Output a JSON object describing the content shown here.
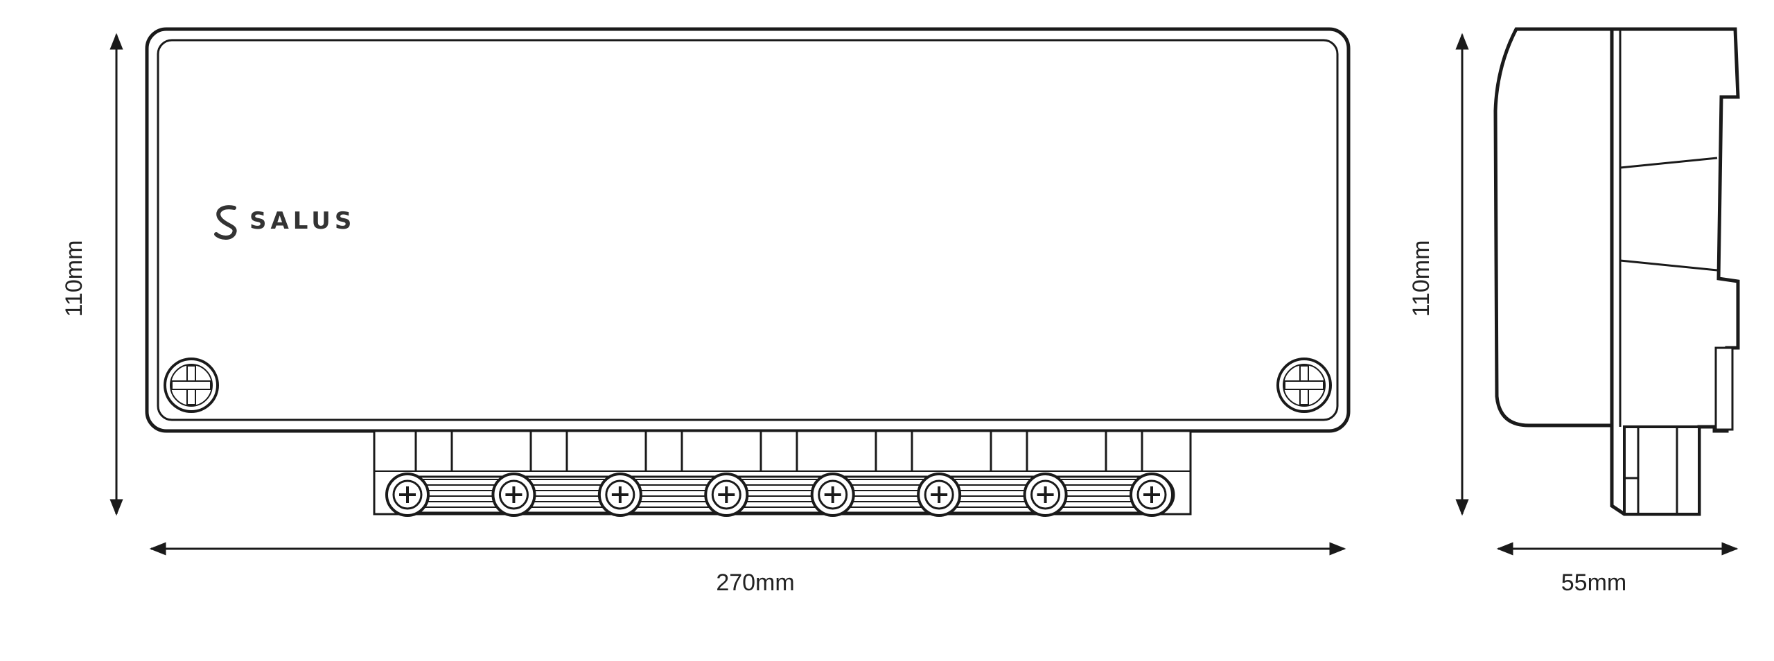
{
  "brand": {
    "logo_text": "SALUS",
    "logo_color": "#333333"
  },
  "front_view": {
    "height_label": "110mm",
    "width_label": "270mm",
    "terminal_screw_count": 8
  },
  "side_view": {
    "height_label": "110mm",
    "depth_label": "55mm"
  },
  "colors": {
    "line": "#1a1a1a",
    "background": "#ffffff"
  }
}
